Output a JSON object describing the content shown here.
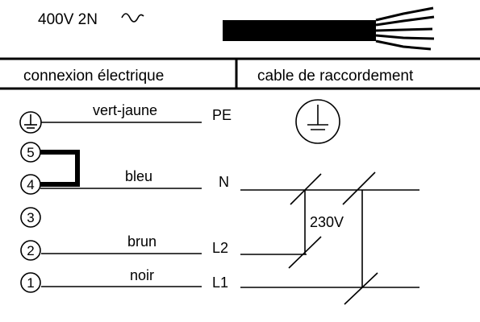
{
  "supply": {
    "voltage_label": "400V  2N"
  },
  "header": {
    "left_title": "connexion électrique",
    "right_title": "cable de raccordement"
  },
  "terminals": [
    "5",
    "4",
    "3",
    "2",
    "1"
  ],
  "wires": [
    {
      "color_name": "vert-jaune",
      "conductor": "PE"
    },
    {
      "color_name": "bleu",
      "conductor": "N"
    },
    {
      "color_name": "brun",
      "conductor": "L2"
    },
    {
      "color_name": "noir",
      "conductor": "L1"
    }
  ],
  "voltage_between_phases": "230V",
  "icons": [
    "ac-symbol-icon",
    "ground-icon",
    "earth-symbol-icon",
    "multicore-cable-icon",
    "bridge-icon"
  ]
}
